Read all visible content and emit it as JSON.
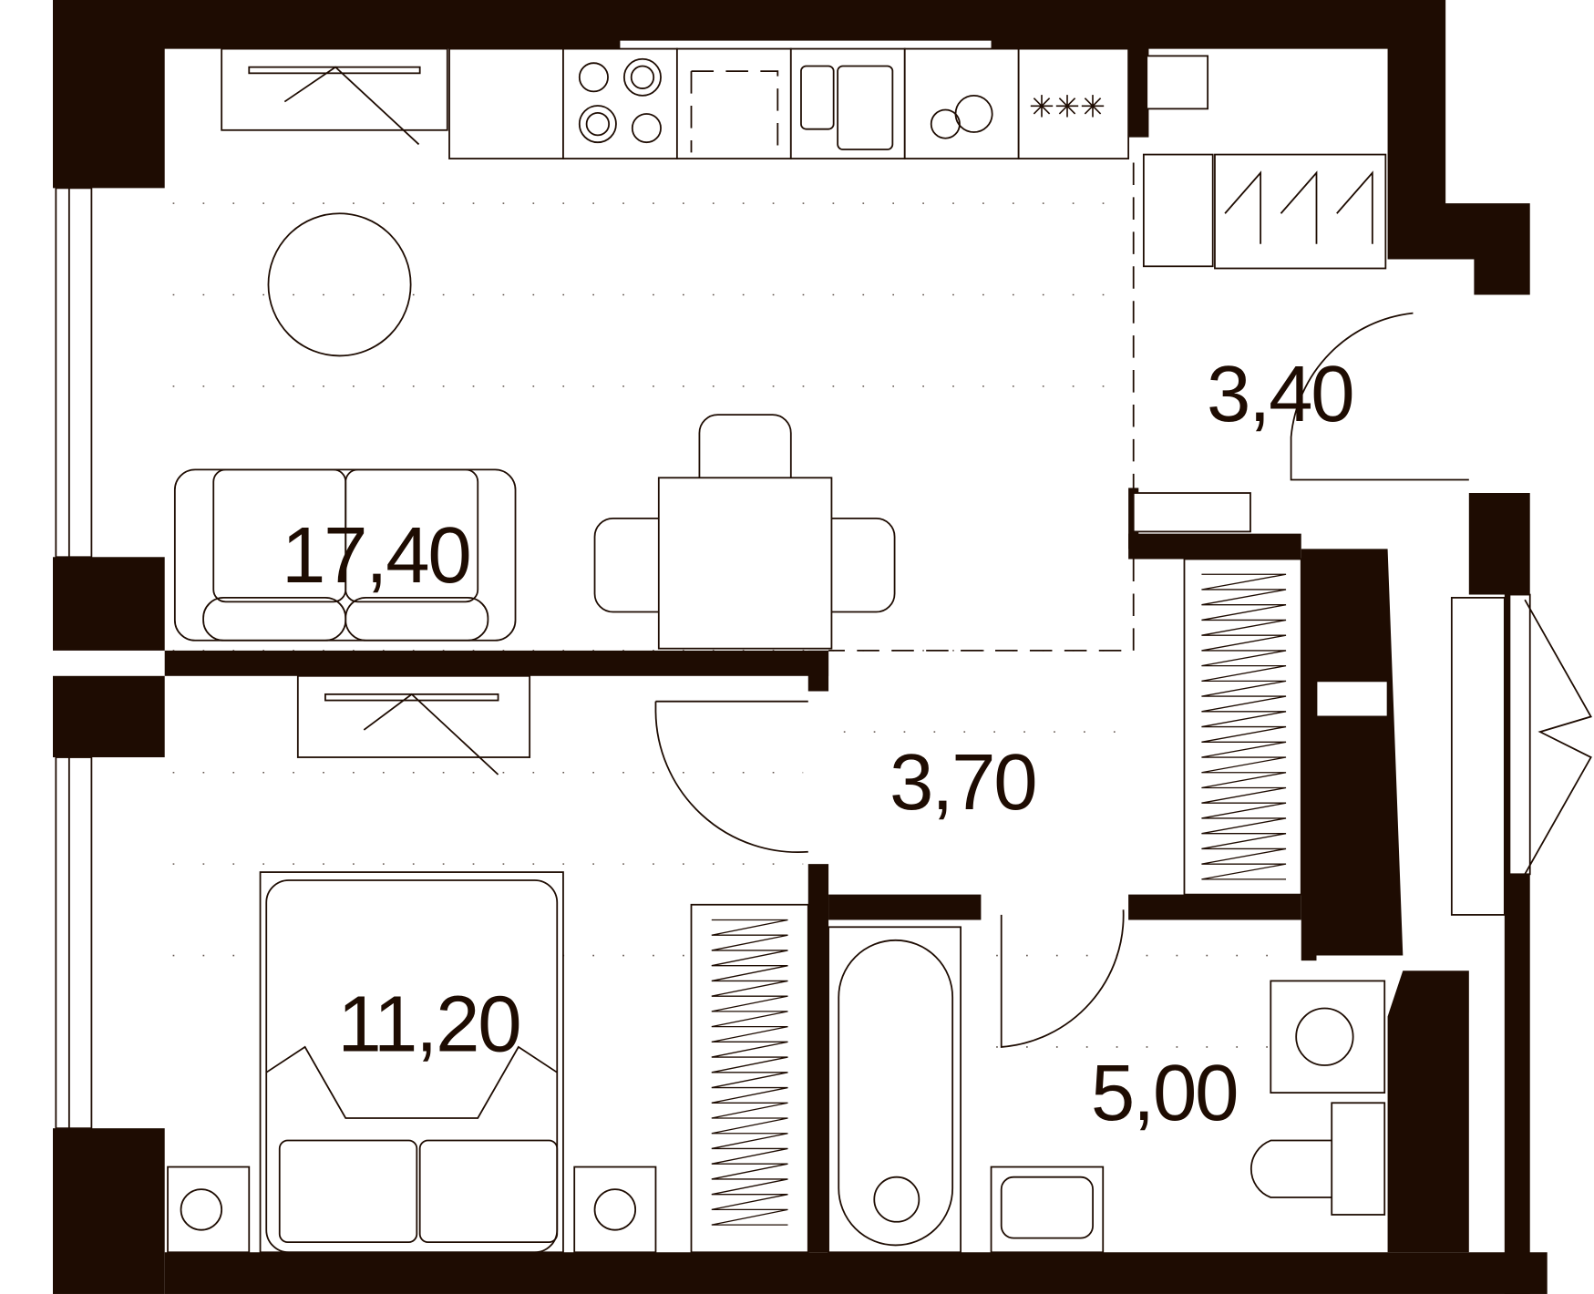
{
  "plan": {
    "colors": {
      "wall": "#1e0c02",
      "background": "#ffffff"
    },
    "rooms": [
      {
        "name": "living-kitchen",
        "area": "17,40"
      },
      {
        "name": "hallway",
        "area": "3,40"
      },
      {
        "name": "corridor",
        "area": "3,70"
      },
      {
        "name": "bedroom",
        "area": "11,20"
      },
      {
        "name": "bathroom",
        "area": "5,00"
      }
    ]
  }
}
